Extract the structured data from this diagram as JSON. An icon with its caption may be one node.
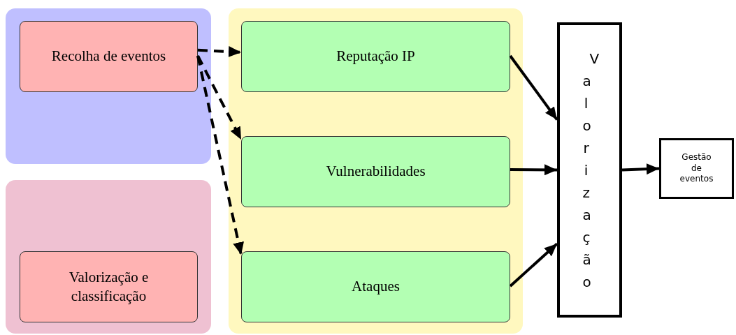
{
  "diagram": {
    "nodes": [
      {
        "text": [],
        "shape": "box"
      },
      {
        "text": [
          "Recolha de eventos"
        ],
        "in": 0
      },
      {
        "text": [],
        "shape": "box"
      },
      {
        "text": [
          "Valorização e classificação"
        ],
        "in": 2
      },
      {
        "text": [],
        "shape": "box"
      },
      {
        "text": [
          "Reputação IP"
        ],
        "in": 4
      },
      {
        "text": [
          "Vulnerabilidades"
        ],
        "in": 4
      },
      {
        "text": [
          "Ataques"
        ],
        "in": 4
      },
      {
        "text": [
          "Valorização"
        ]
      },
      {
        "text": [
          "Gestão de eventos"
        ]
      }
    ],
    "edges": [
      {
        "from": 1,
        "to": 5,
        "arrow": "to",
        "style": "dashed"
      },
      {
        "from": 1,
        "to": 6,
        "arrow": "to",
        "style": "dashed"
      },
      {
        "from": 1,
        "to": 7,
        "arrow": "to",
        "style": "dashed"
      },
      {
        "from": 5,
        "to": 8,
        "arrow": "to"
      },
      {
        "from": 6,
        "to": 8,
        "arrow": "to"
      },
      {
        "from": 7,
        "to": 8,
        "arrow": "to"
      },
      {
        "from": 8,
        "to": 9,
        "arrow": "to"
      }
    ]
  }
}
